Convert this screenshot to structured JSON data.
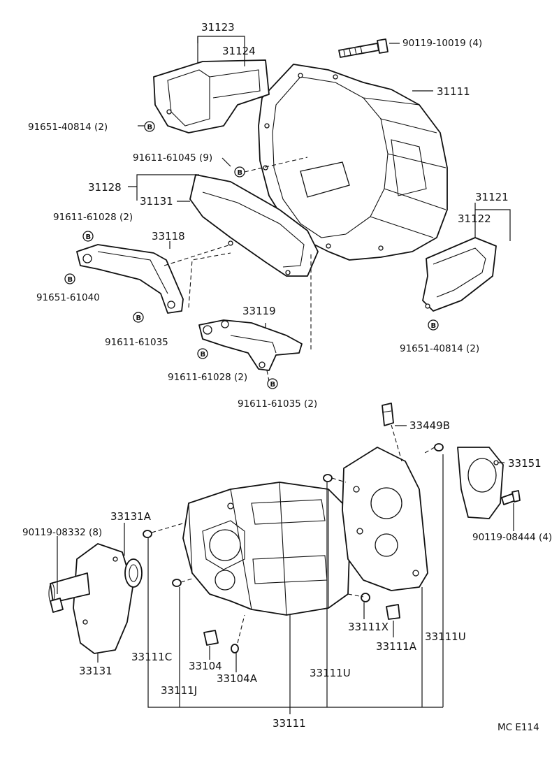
{
  "diagram": {
    "code": "MC E114",
    "labels": {
      "p31123": "31123",
      "p31124": "31124",
      "p90119_10019": "90119-10019 (4)",
      "p31111": "31111",
      "p91651_40814_2a": "91651-40814 (2)",
      "p91611_61045": "91611-61045 (9)",
      "p31128": "31128",
      "p31131": "31131",
      "p91611_61028_2a": "91611-61028 (2)",
      "p33118": "33118",
      "p91651_61040": "91651-61040",
      "p91611_61035": "91611-61035",
      "p33119": "33119",
      "p91611_61028_2b": "91611-61028 (2)",
      "p91611_61035_2": "91611-61035 (2)",
      "p31121": "31121",
      "p31122": "31122",
      "p91651_40814_2b": "91651-40814 (2)",
      "p33449B": "33449B",
      "p33151": "33151",
      "p90119_08444": "90119-08444 (4)",
      "p90119_08332": "90119-08332 (8)",
      "p33131A": "33131A",
      "p33131": "33131",
      "p33111C": "33111C",
      "p33104": "33104",
      "p33104A": "33104A",
      "p33111J": "33111J",
      "p33111X": "33111X",
      "p33111A": "33111A",
      "p33111U_a": "33111U",
      "p33111U_b": "33111U",
      "p33111": "33111"
    },
    "bolt_marker": "B"
  }
}
